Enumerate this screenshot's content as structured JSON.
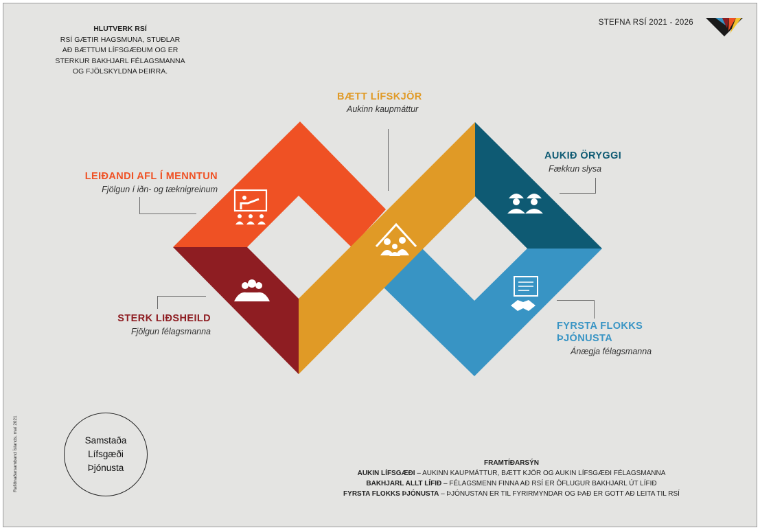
{
  "mission": {
    "heading": "HLUTVERK RSÍ",
    "lines": [
      "RSÍ GÆTIR HAGSMUNA, STUÐLAR",
      "AÐ BÆTTUM LÍFSGÆÐUM OG ER",
      "STERKUR BAKHJARL FÉLAGSMANNA",
      "OG FJÖLSKYLDNA ÞEIRRA."
    ]
  },
  "period": "STEFNA RSÍ 2021 - 2026",
  "goals": {
    "living": {
      "title": "BÆTT LÍFSKJÖR",
      "subtitle": "Aukinn kaupmáttur",
      "color": "#e09a26",
      "icon": "house-family-icon"
    },
    "education": {
      "title": "LEIÐANDI AFL Í MENNTUN",
      "subtitle": "Fjölgun í iðn- og tæknigreinum",
      "color": "#ef5124",
      "icon": "classroom-icon"
    },
    "safety": {
      "title": "AUKIÐ ÖRYGGI",
      "subtitle": "Fækkun slysa",
      "color": "#0e5a73",
      "icon": "hardhat-workers-icon"
    },
    "unity": {
      "title": "STERK LIÐSHEILD",
      "subtitle": "Fjölgun félagsmanna",
      "color": "#8e1d22",
      "icon": "group-icon"
    },
    "service": {
      "title_lines": [
        "FYRSTA FLOKKS",
        "ÞJÓNUSTA"
      ],
      "subtitle": "Ánægja félagsmanna",
      "color": "#3894c4",
      "icon": "contract-handshake-icon"
    }
  },
  "values_circle": [
    "Samstaða",
    "Lífsgæði",
    "Þjónusta"
  ],
  "vertical_note": "Rafiðnaðarsamband Íslands, maí 2021",
  "vision": {
    "heading": "FRAMTÍÐARSÝN",
    "items": [
      {
        "term": "AUKIN LÍFSGÆÐI",
        "text": " – AUKINN KAUPMÁTTUR, BÆTT KJÖR OG AUKIN LÍFSGÆÐI FÉLAGSMANNA"
      },
      {
        "term": "BAKHJARL ALLT LÍFIÐ",
        "text": " – FÉLAGSMENN FINNA AÐ RSÍ ER ÖFLUGUR BAKHJARL ÚT LÍFIÐ"
      },
      {
        "term": "FYRSTA FLOKKS ÞJÓNUSTA",
        "text": " – ÞJÓNUSTAN ER TIL FYRIRMYNDAR OG ÞAÐ ER GOTT AÐ LEITA TIL RSÍ"
      }
    ]
  }
}
